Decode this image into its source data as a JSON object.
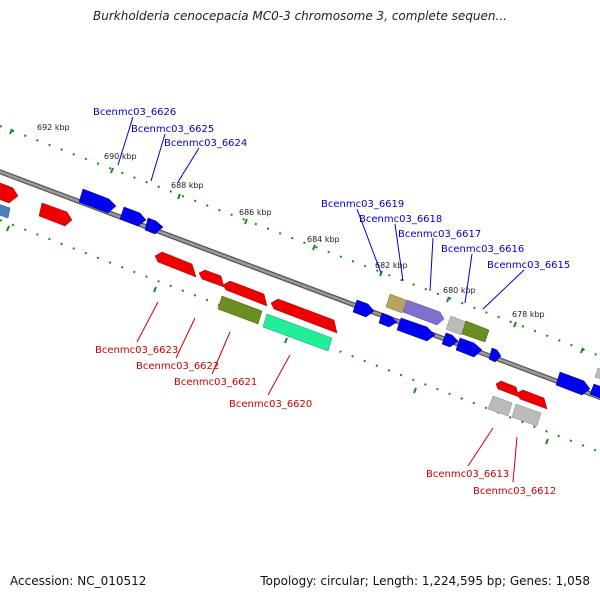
{
  "title": "Burkholderia cenocepacia MC0-3 chromosome 3, complete sequen...",
  "footer": {
    "accession": "Accession: NC_010512",
    "summary": "Topology: circular; Length: 1,224,595 bp; Genes: 1,058"
  },
  "ticks": [
    "692 kbp",
    "690 kbp",
    "688 kbp",
    "686 kbp",
    "684 kbp",
    "682 kbp",
    "680 kbp",
    "678 kbp"
  ],
  "genes_forward": [
    {
      "label": "Bcenmc03_6626",
      "color": "#0000ee"
    },
    {
      "label": "Bcenmc03_6625",
      "color": "#0000ee"
    },
    {
      "label": "Bcenmc03_6624",
      "color": "#0000ee"
    },
    {
      "label": "Bcenmc03_6619",
      "color": "#b5a55f"
    },
    {
      "label": "Bcenmc03_6618",
      "color": "#7f6fcf"
    },
    {
      "label": "Bcenmc03_6617",
      "color": "#0000ee"
    },
    {
      "label": "Bcenmc03_6616",
      "color": "#bbbbbb"
    },
    {
      "label": "Bcenmc03_6615",
      "color": "#6b8e23"
    }
  ],
  "genes_reverse": [
    {
      "label": "Bcenmc03_6623",
      "color": "#ee0000"
    },
    {
      "label": "Bcenmc03_6622",
      "color": "#ee0000"
    },
    {
      "label": "Bcenmc03_6621",
      "color": "#6b8e23"
    },
    {
      "label": "Bcenmc03_6620",
      "color": "#22ee99"
    },
    {
      "label": "Bcenmc03_6613",
      "color": "#bbbbbb"
    },
    {
      "label": "Bcenmc03_6612",
      "color": "#bbbbbb"
    }
  ],
  "colors": {
    "backbone": "#808080",
    "tick_green": "#1a8a1a",
    "forward_label": "#0000cc",
    "reverse_label": "#cc0000",
    "cds_blue": "#0000ee",
    "cds_red": "#ee0000",
    "cds_steel": "#4a7fbf"
  }
}
